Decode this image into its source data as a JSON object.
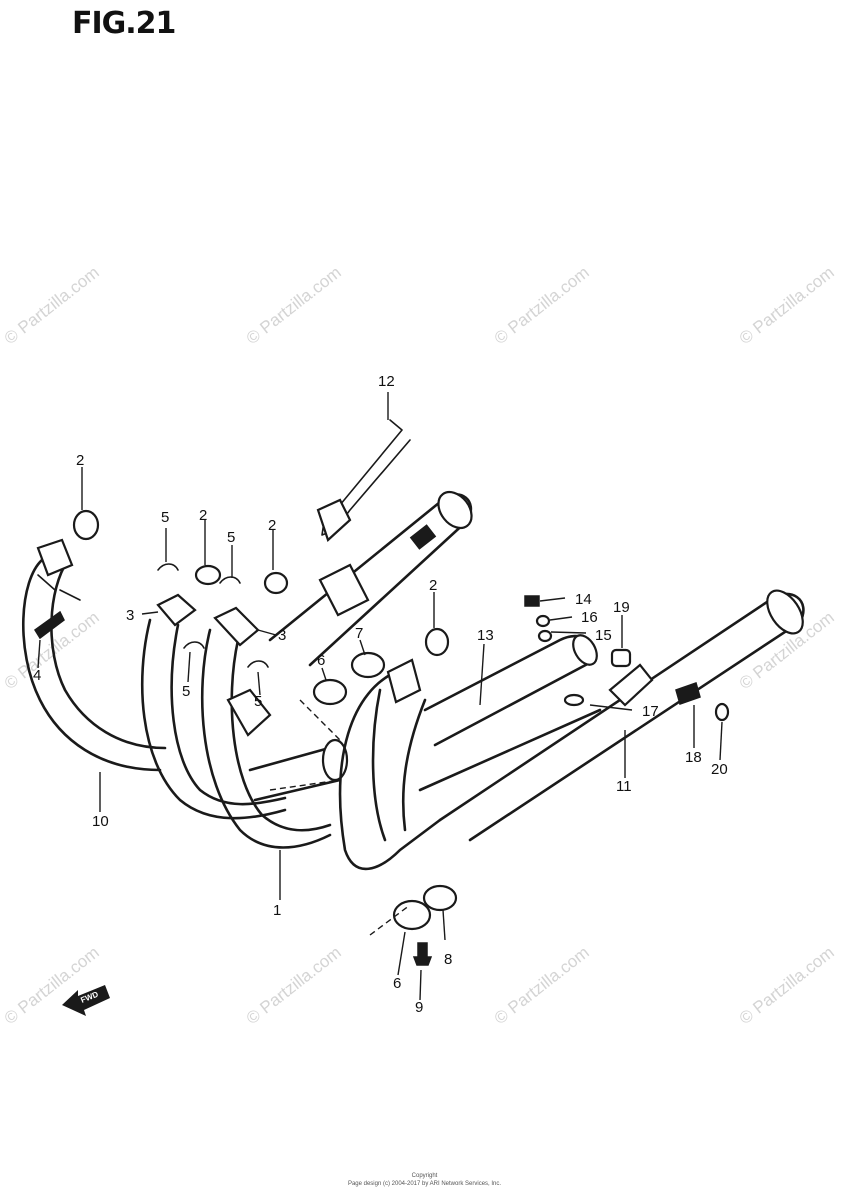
{
  "figure": {
    "title": "FIG.21"
  },
  "watermark": {
    "text": "© Partzilla.com"
  },
  "direction_arrow": {
    "label": "FWD"
  },
  "callouts": [
    {
      "id": "c1",
      "label": "1"
    },
    {
      "id": "c2a",
      "label": "2"
    },
    {
      "id": "c2b",
      "label": "2"
    },
    {
      "id": "c2c",
      "label": "2"
    },
    {
      "id": "c2d",
      "label": "2"
    },
    {
      "id": "c3a",
      "label": "3"
    },
    {
      "id": "c3b",
      "label": "3"
    },
    {
      "id": "c4",
      "label": "4"
    },
    {
      "id": "c5a",
      "label": "5"
    },
    {
      "id": "c5b",
      "label": "5"
    },
    {
      "id": "c5c",
      "label": "5"
    },
    {
      "id": "c5d",
      "label": "5"
    },
    {
      "id": "c6a",
      "label": "6"
    },
    {
      "id": "c6b",
      "label": "6"
    },
    {
      "id": "c7",
      "label": "7"
    },
    {
      "id": "c8",
      "label": "8"
    },
    {
      "id": "c9",
      "label": "9"
    },
    {
      "id": "c10",
      "label": "10"
    },
    {
      "id": "c11",
      "label": "11"
    },
    {
      "id": "c12",
      "label": "12"
    },
    {
      "id": "c13",
      "label": "13"
    },
    {
      "id": "c14",
      "label": "14"
    },
    {
      "id": "c15",
      "label": "15"
    },
    {
      "id": "c16",
      "label": "16"
    },
    {
      "id": "c17",
      "label": "17"
    },
    {
      "id": "c18",
      "label": "18"
    },
    {
      "id": "c19",
      "label": "19"
    },
    {
      "id": "c20",
      "label": "20"
    }
  ],
  "footer": {
    "line1": "Copyright",
    "line2": "Page design (c) 2004-2017 by ARI Network Services, Inc."
  }
}
